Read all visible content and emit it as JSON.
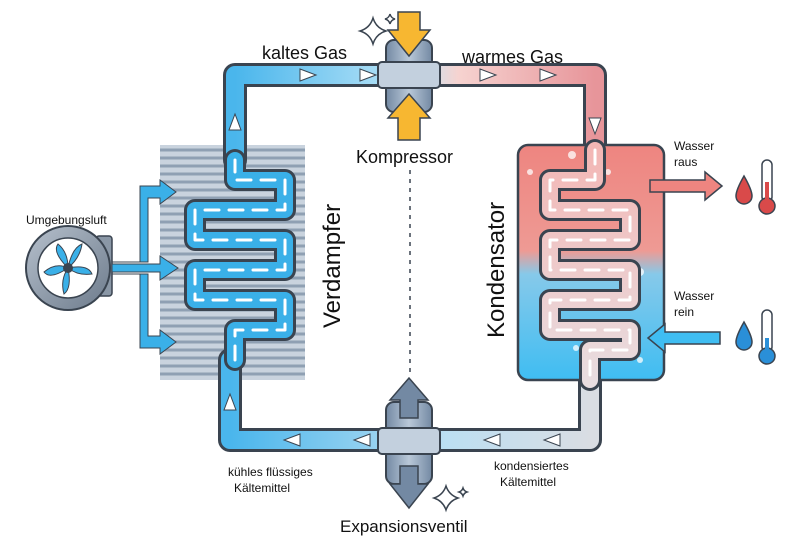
{
  "labels": {
    "cold_gas": "kaltes Gas",
    "warm_gas": "warmes Gas",
    "compressor": "Kompressor",
    "evaporator": "Verdampfer",
    "condenser": "Kondensator",
    "ambient_air": "Umgebungsluft",
    "water_out_1": "Wasser",
    "water_out_2": "raus",
    "water_in_1": "Wasser",
    "water_in_2": "rein",
    "cool_liquid_1": "kühles flüssiges",
    "cool_liquid_2": "Kältemittel",
    "condensed_1": "kondensiertes",
    "condensed_2": "Kältemittel",
    "expansion_valve": "Expansionsventil"
  },
  "icons": [
    "fan-icon",
    "sparkle-icon",
    "drop-icon",
    "thermometer-icon",
    "arrow-icon"
  ],
  "colors": {
    "cold_pipe": "#3ab0e8",
    "cold_pipe_light": "#9fd8f5",
    "hot_tank": "#ee8a84",
    "cold_tank": "#46bdf0",
    "outline": "#3a4450",
    "compressor_arrow": "#f7b731",
    "valve_body": "#8aa0b8",
    "warm_pipe": "#e8a0a4"
  }
}
